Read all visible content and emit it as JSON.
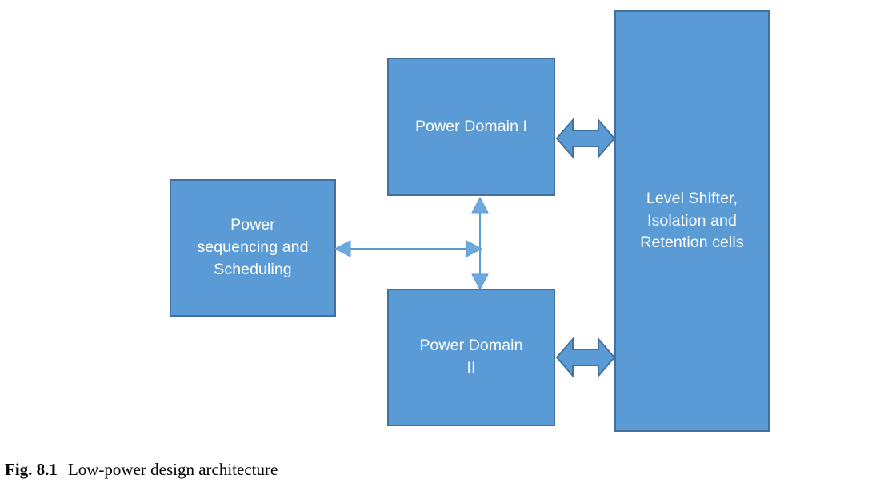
{
  "figure": {
    "caption_label": "Fig. 8.1",
    "caption_text": "Low-power design architecture",
    "colors": {
      "node_fill": "#5b9bd5",
      "node_border": "#41719c",
      "node_text": "#ffffff",
      "connector": "#5b9bd5",
      "background": "#ffffff",
      "caption_text": "#000000"
    },
    "nodes": [
      {
        "id": "power-sequencing",
        "label": "Power\nsequencing and\nScheduling"
      },
      {
        "id": "power-domain-1",
        "label": "Power Domain I"
      },
      {
        "id": "power-domain-2",
        "label": "Power Domain\nII"
      },
      {
        "id": "level-shifter",
        "label": "Level Shifter,\nIsolation and\nRetention cells"
      }
    ],
    "connectors": [
      {
        "id": "pd1-to-levelshifter",
        "style": "block-double-arrow",
        "orientation": "horizontal",
        "from": "power-domain-1",
        "to": "level-shifter"
      },
      {
        "id": "pd2-to-levelshifter",
        "style": "block-double-arrow",
        "orientation": "horizontal",
        "from": "power-domain-2",
        "to": "level-shifter"
      },
      {
        "id": "pd1-to-pd2",
        "style": "thin-double-arrow",
        "orientation": "vertical",
        "from": "power-domain-1",
        "to": "power-domain-2"
      },
      {
        "id": "sequencing-to-domains",
        "style": "thin-double-arrow",
        "orientation": "horizontal",
        "from": "power-sequencing",
        "to": "pd1-to-pd2"
      }
    ]
  }
}
